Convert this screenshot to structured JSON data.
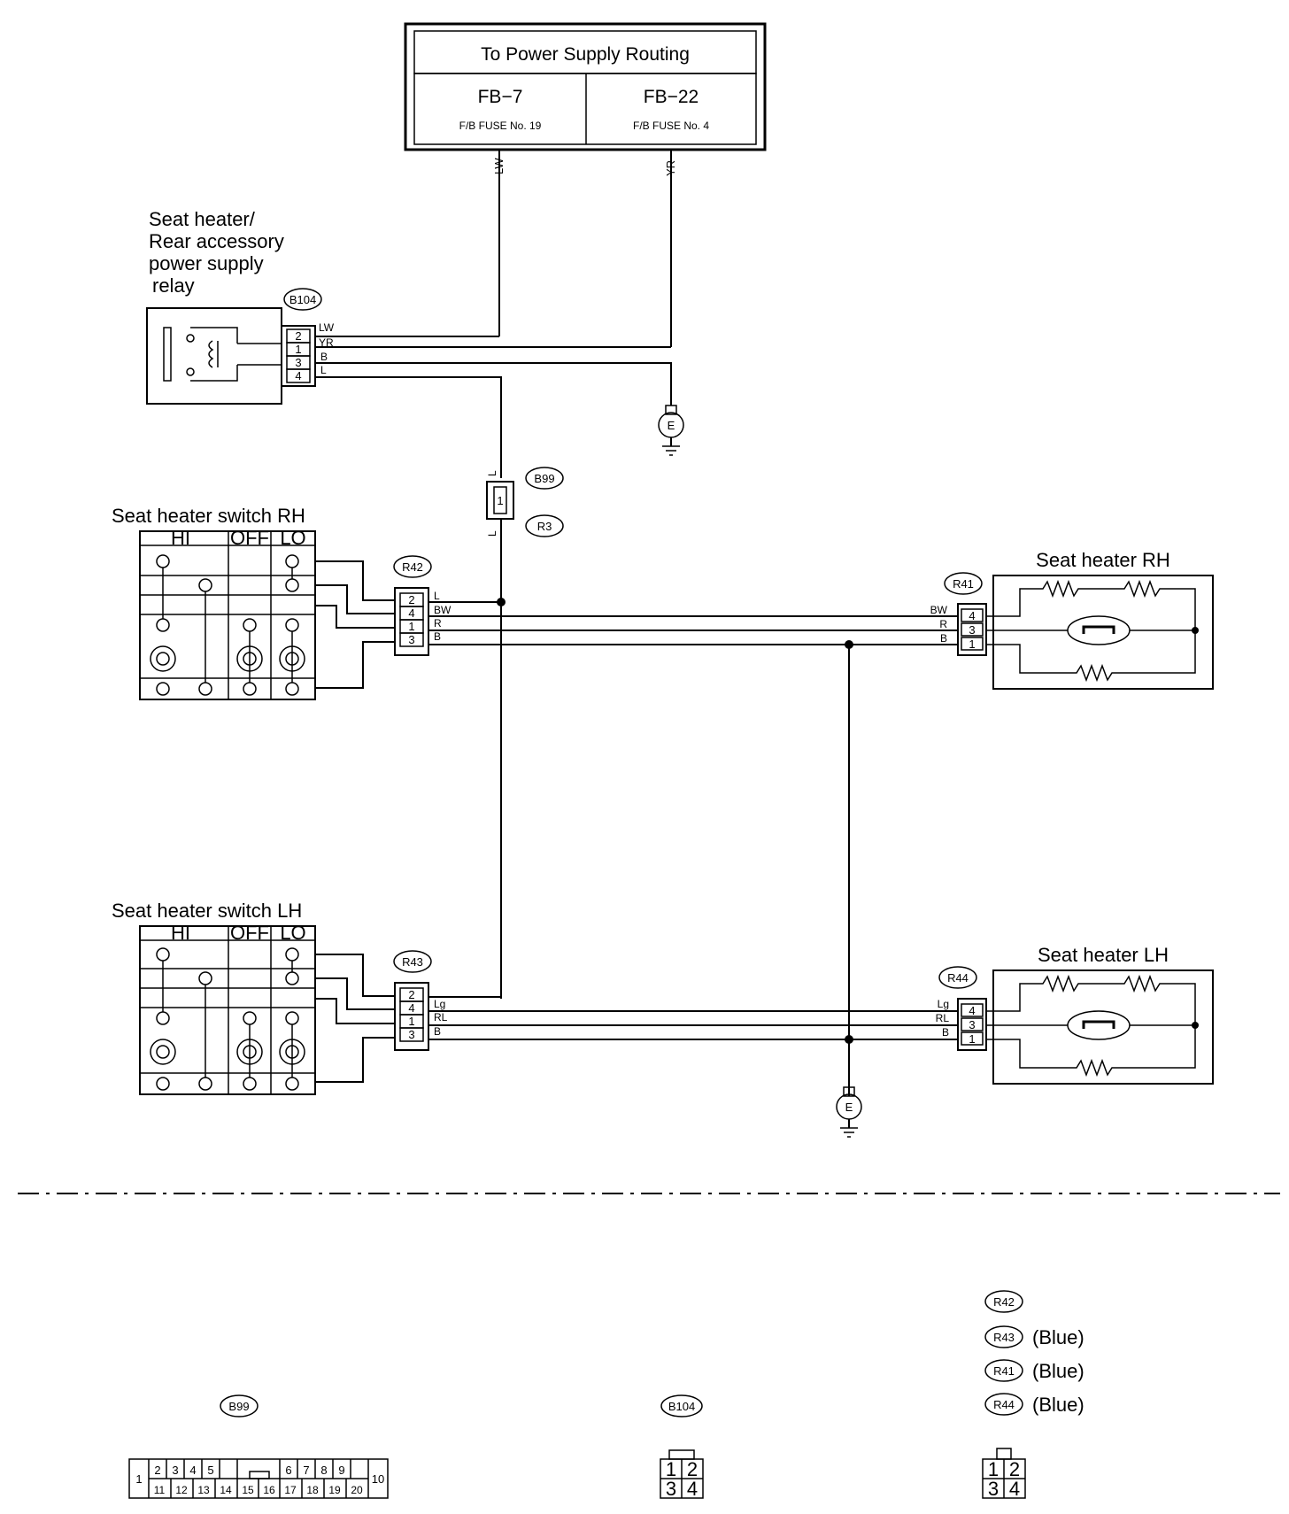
{
  "power_box": {
    "title": "To Power Supply Routing",
    "left_id": "FB−7",
    "left_fuse": "F/B FUSE No. 19",
    "right_id": "FB−22",
    "right_fuse": "F/B FUSE No. 4"
  },
  "relay": {
    "title_lines": [
      "Seat heater/",
      "Rear accessory",
      "power supply",
      "relay"
    ],
    "connector": "B104",
    "pins": [
      "2",
      "1",
      "3",
      "4"
    ],
    "wires": [
      "LW",
      "YR",
      "B",
      "L"
    ]
  },
  "wires_top": {
    "lw": "LW",
    "yr": "YR"
  },
  "ground_symbol": "E",
  "joint": {
    "top_conn": "B99",
    "bottom_conn": "R3",
    "pin": "1",
    "wire_top": "L",
    "wire_bottom": "L"
  },
  "switch_rh": {
    "title": "Seat heater switch RH",
    "headers": [
      "HI",
      "OFF",
      "LO"
    ],
    "connector": "R42",
    "pins": [
      "2",
      "4",
      "1",
      "3"
    ],
    "wires": [
      "L",
      "BW",
      "R",
      "B"
    ]
  },
  "switch_lh": {
    "title": "Seat heater switch LH",
    "headers": [
      "HI",
      "OFF",
      "LO"
    ],
    "connector": "R43",
    "pins": [
      "2",
      "4",
      "1",
      "3"
    ],
    "wires": [
      "Lg",
      "RL",
      "B"
    ]
  },
  "heater_rh": {
    "title": "Seat heater RH",
    "connector": "R41",
    "pins": [
      "4",
      "3",
      "1"
    ],
    "wires": [
      "BW",
      "R",
      "B"
    ]
  },
  "heater_lh": {
    "title": "Seat heater LH",
    "connector": "R44",
    "pins": [
      "4",
      "3",
      "1"
    ],
    "wires": [
      "Lg",
      "RL",
      "B"
    ]
  },
  "legend": {
    "b99": "B99",
    "b104": "B104",
    "r42": "R42",
    "r43": "R43",
    "r41": "R41",
    "r44": "R44",
    "blue": "(Blue)",
    "b99_top": [
      "2",
      "3",
      "4",
      "5",
      "6",
      "7",
      "8",
      "9"
    ],
    "b99_bottom": [
      "11",
      "12",
      "13",
      "14",
      "15",
      "16",
      "17",
      "18",
      "19",
      "20"
    ],
    "b99_left": "1",
    "b99_right": "10",
    "quad": [
      "1",
      "2",
      "3",
      "4"
    ]
  }
}
